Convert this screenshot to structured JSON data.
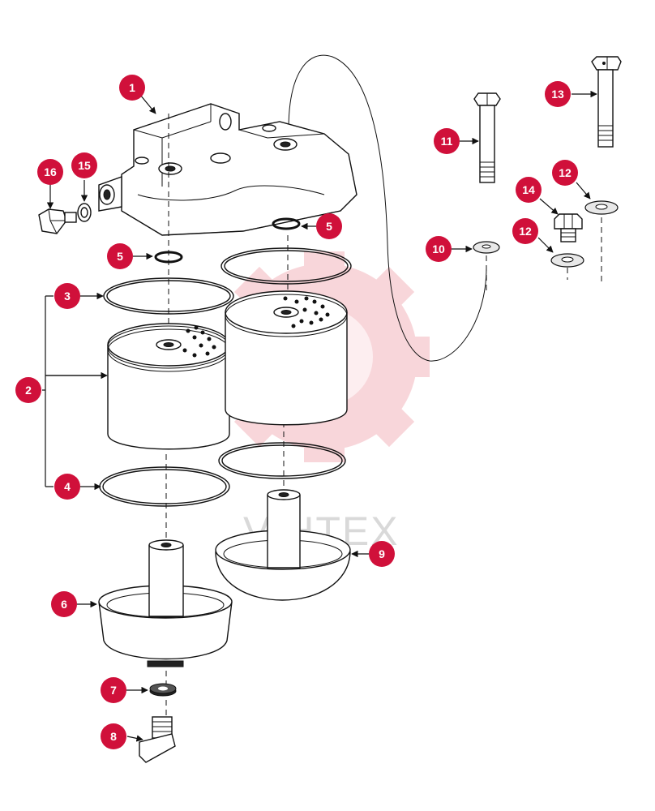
{
  "callouts": {
    "c1": "1",
    "c2": "2",
    "c3": "3",
    "c4": "4",
    "c5a": "5",
    "c5b": "5",
    "c6": "6",
    "c7": "7",
    "c8": "8",
    "c9": "9",
    "c10": "10",
    "c11": "11",
    "c12a": "12",
    "c12b": "12",
    "c13": "13",
    "c14": "14",
    "c15": "15",
    "c16": "16"
  },
  "watermark": {
    "text": "VIHTEX",
    "icon": "gear-logo-icon"
  },
  "colors": {
    "callout_fill": "#d0103a",
    "watermark": "#f2b8bf",
    "line": "#111111"
  }
}
